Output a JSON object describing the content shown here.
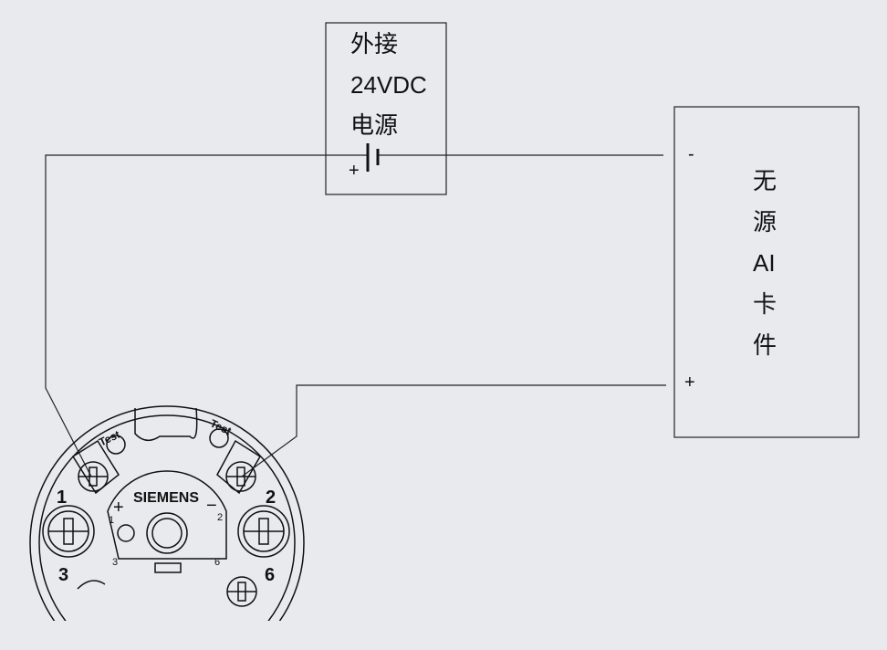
{
  "power_supply": {
    "line1": "外接",
    "line2": "24VDC",
    "line3": "电源",
    "plus": "+"
  },
  "ai_card": {
    "minus": "-",
    "plus": "+",
    "chars": [
      "无",
      "源",
      "AI",
      "卡",
      "件"
    ]
  },
  "transmitter": {
    "brand": "SIEMENS",
    "test_left": "Test",
    "test_right": "Test",
    "terminal_1": "1",
    "terminal_2": "2",
    "terminal_3": "3",
    "terminal_6": "6",
    "inner_plus": "+",
    "inner_minus": "−",
    "inner_1": "1",
    "inner_2": "2",
    "inner_3": "3",
    "inner_6": "6"
  }
}
